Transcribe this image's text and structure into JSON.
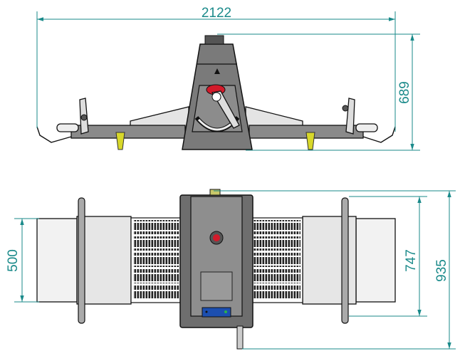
{
  "drawing": {
    "dimensions": {
      "overall_length": "2122",
      "height": "689",
      "belt_width": "500",
      "body_depth": "747",
      "overall_depth": "935"
    },
    "colors": {
      "dimension": "#1a8a8a",
      "body": "#7a7a7a",
      "belt": "#e6e6e6",
      "knob": "#d21a2a",
      "foot": "#d8d82a",
      "control_panel": "#1c4fb0"
    }
  }
}
